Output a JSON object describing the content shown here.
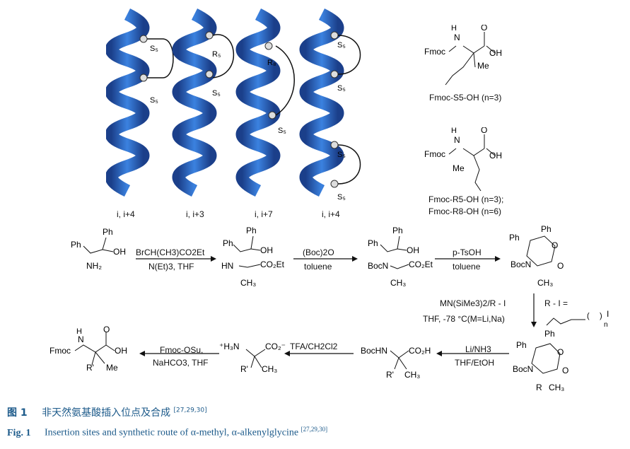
{
  "helix_labels": [
    "i, i+4",
    "i, i+3",
    "i, i+7",
    "i, i+4"
  ],
  "structure_labels": {
    "s5": "Fmoc-S5-OH (n=3)",
    "r5": "Fmoc-R5-OH (n=3);",
    "r8": "Fmoc-R8-OH (n=6)"
  },
  "reagents": {
    "step1_top": "BrCH(CH3)CO2Et",
    "step1_bottom": "N(Et)3, THF",
    "step2_top": "(Boc)2O",
    "step2_bottom": "toluene",
    "step3_top": "p-TsOH",
    "step3_bottom": "toluene",
    "step4_top": "MN(SiMe3)2/R - I",
    "step4_bottom": "THF, -78 °C(M=Li,Na)",
    "step4_side": "R - I =",
    "step5_top": "Li/NH3",
    "step5_bottom": "THF/EtOH",
    "step6_top": "TFA/CH2Cl2",
    "step7_top": "Fmoc-OSu,",
    "step7_bottom": "NaHCO3, THF"
  },
  "caption": {
    "cn_number": "图 1",
    "cn_text": "非天然氨基酸插入位点及合成",
    "en_number": "Fig. 1",
    "en_text": "Insertion sites and synthetic route of α-methyl, α-alkenylglycine",
    "refs": "[27,29,30]"
  },
  "colors": {
    "helix": "#2f6fd1",
    "helix_dark": "#1b3f8a",
    "caption": "#1c5a8a"
  }
}
